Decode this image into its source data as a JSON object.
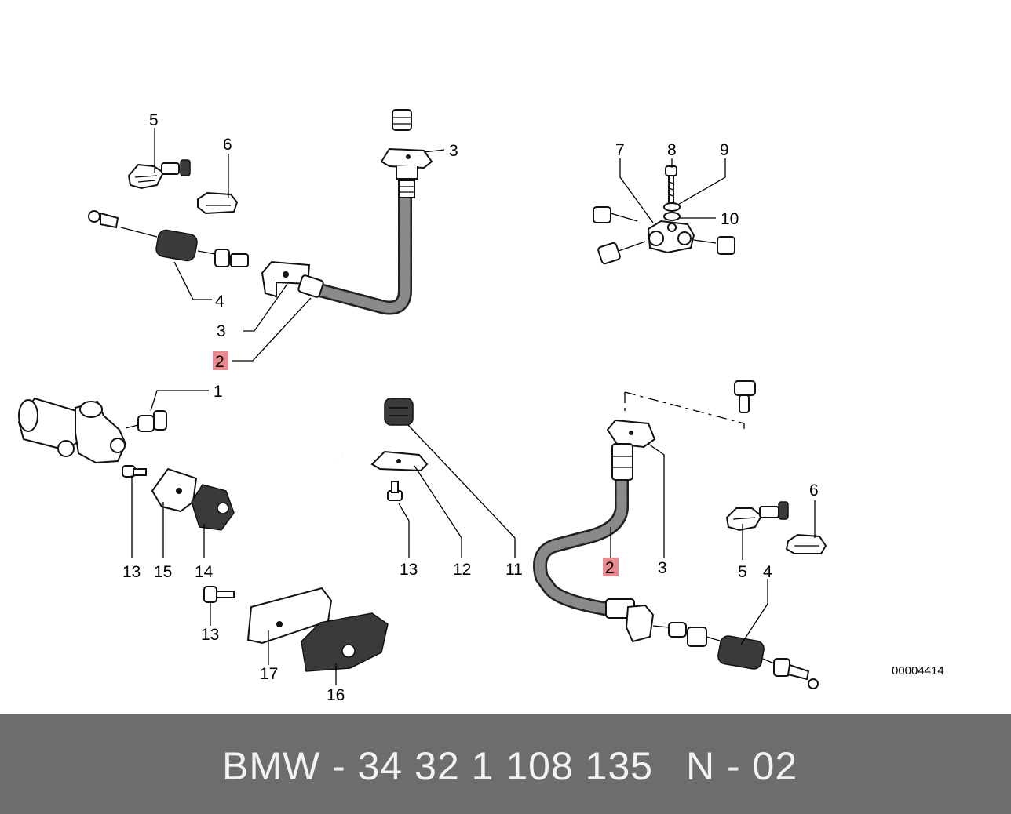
{
  "diagram": {
    "callouts": {
      "c1": "1",
      "c2_left": "2",
      "c2_right": "2",
      "c3_top": "3",
      "c3_left": "3",
      "c3_right": "3",
      "c4_left": "4",
      "c4_right": "4",
      "c5_top": "5",
      "c5_right": "5",
      "c6_top": "6",
      "c6_right": "6",
      "c7": "7",
      "c8": "8",
      "c9": "9",
      "c10": "10",
      "c11": "11",
      "c12": "12",
      "c13_a": "13",
      "c13_b": "13",
      "c13_c": "13",
      "c14": "14",
      "c15": "15",
      "c16": "16",
      "c17": "17"
    },
    "highlight_color": "#e8898f",
    "doc_number": "00004414"
  },
  "footer": {
    "part_text": "BMW - 34 32 1 108 135",
    "page_text": "N - 02",
    "background": "#6d6d6d",
    "text_color": "#f2f2f2"
  }
}
